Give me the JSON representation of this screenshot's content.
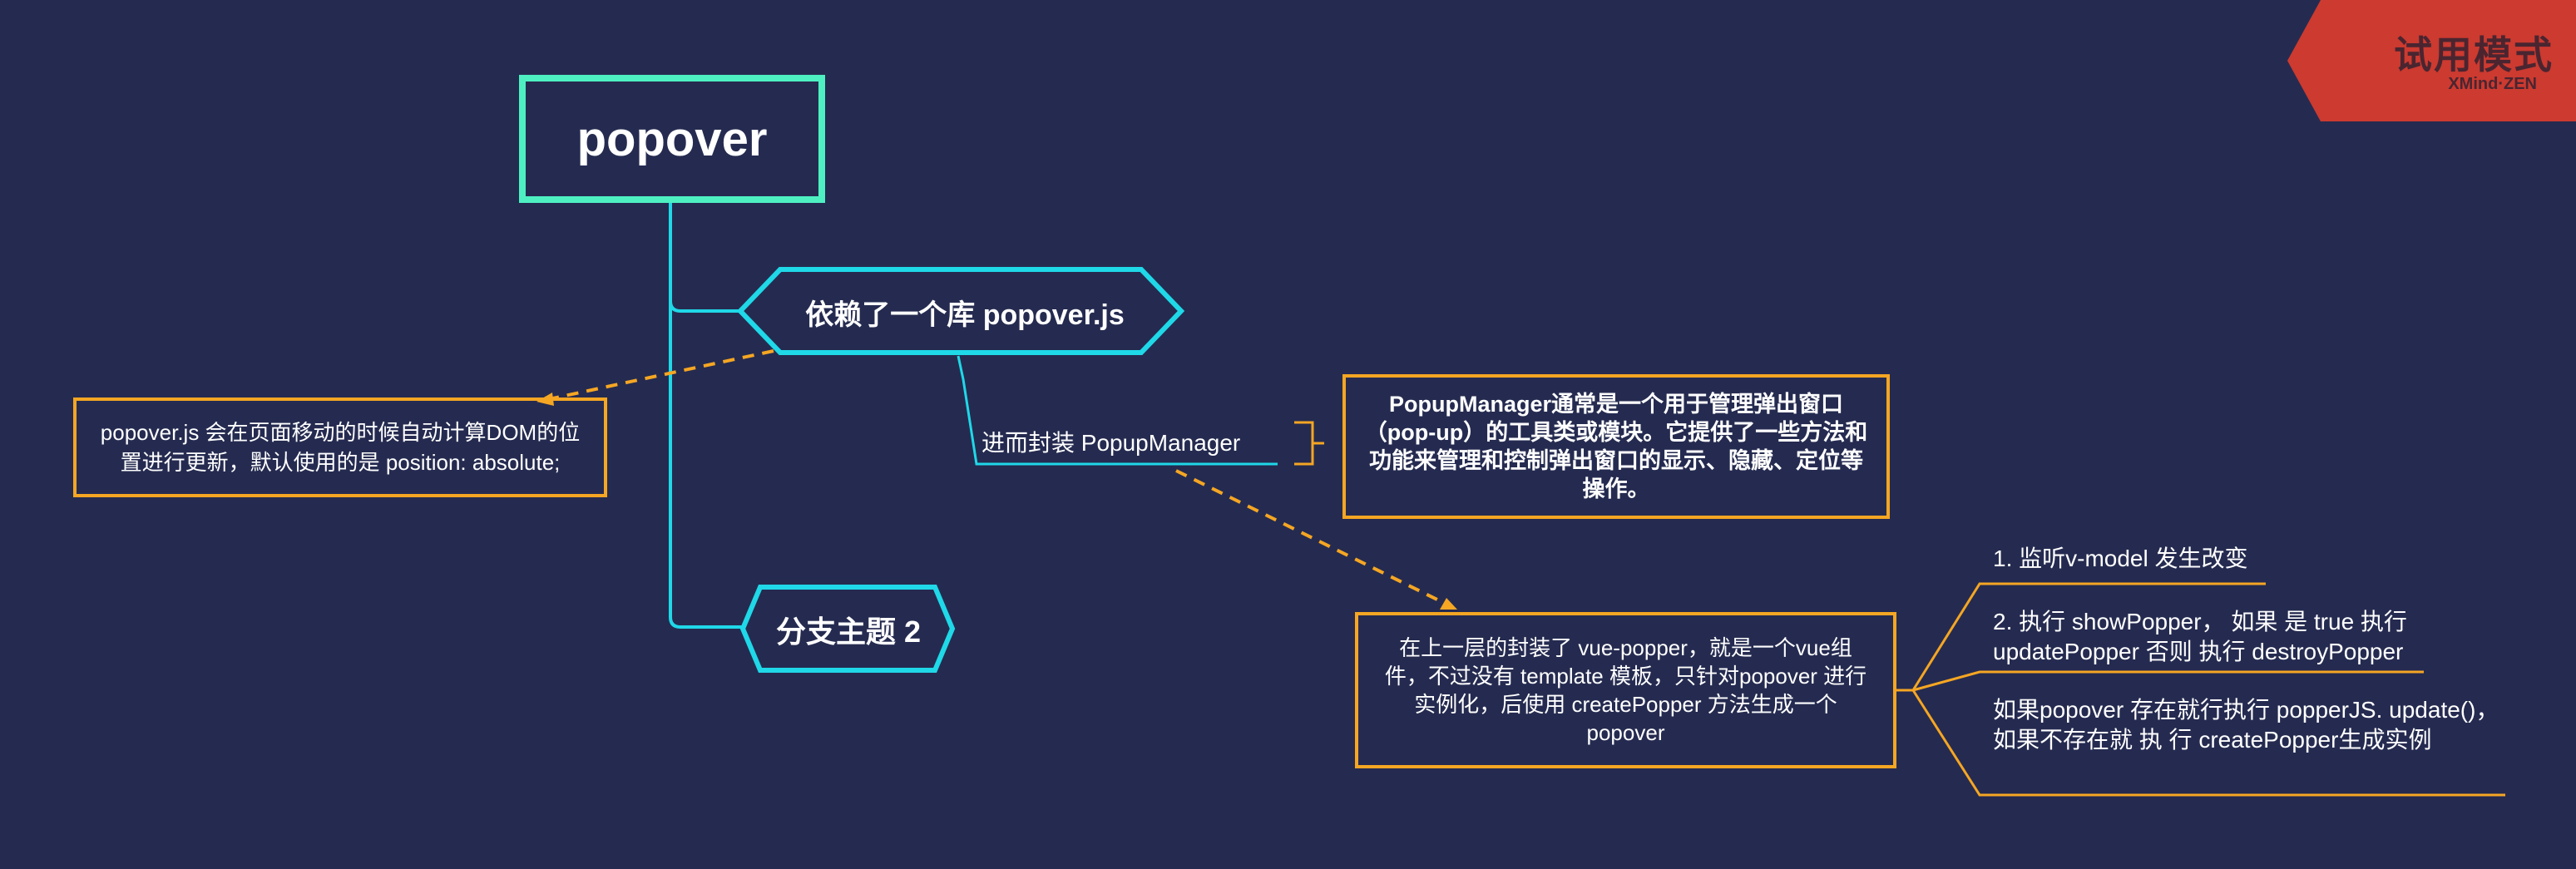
{
  "root": {
    "label": "popover"
  },
  "branches": {
    "dependency": {
      "label": "依赖了一个库 popover.js"
    },
    "branch2": {
      "label": "分支主题 2"
    },
    "popup_manager": {
      "label": "进而封装  PopupManager"
    }
  },
  "notes": {
    "popover_js": "popover.js 会在页面移动的时候自动计算DOM的位置进行更新，默认使用的是  position: absolute;",
    "popup_manager": "PopupManager通常是一个用于管理弹出窗口（pop-up）的工具类或模块。它提供了一些方法和功能来管理和控制弹出窗口的显示、隐藏、定位等操作。",
    "vue_popper": "在上一层的封装了 vue-popper，就是一个vue组件，不过没有 template 模板，只针对popover 进行实例化，后使用 createPopper 方法生成一个popover"
  },
  "subitems": [
    "1. 监听v-model 发生改变",
    "2. 执行 showPopper，  如果 是 true 执行 updatePopper 否则 执行 destroyPopper",
    "如果popover 存在就行执行 popperJS. update()，  如果不存在就 执 行 createPopper生成实例"
  ],
  "watermark": {
    "title": "试用模式",
    "subtitle": "XMind·ZEN"
  },
  "colors": {
    "background": "#252b50",
    "root_border": "#4ef0c2",
    "branch_line": "#1fd8e8",
    "note_border": "#f5a623",
    "watermark": "#cc3a30"
  }
}
